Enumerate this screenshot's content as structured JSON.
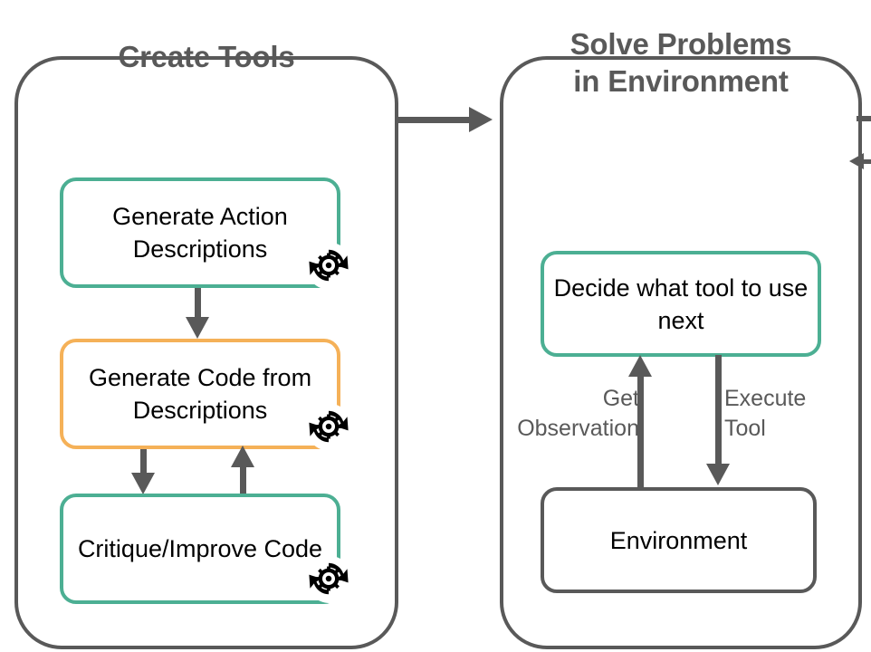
{
  "diagram": {
    "panels": [
      {
        "id": "create-tools",
        "title": "Create Tools",
        "boxes": [
          {
            "id": "generate-action-descriptions",
            "label": "Generate Action Descriptions",
            "color": "#4caf93",
            "icon": "gear-refresh-icon"
          },
          {
            "id": "generate-code-from-descriptions",
            "label": "Generate Code from Descriptions",
            "color": "#f5b158",
            "icon": "gear-refresh-icon"
          },
          {
            "id": "critique-improve-code",
            "label": "Critique/Improve Code",
            "color": "#4caf93",
            "icon": "gear-refresh-icon"
          }
        ]
      },
      {
        "id": "solve-problems-in-environment",
        "title": "Solve Problems in Environment",
        "title_line_1": "Solve Problems",
        "title_line_2": "in Environment",
        "boxes": [
          {
            "id": "decide-what-tool",
            "label": "Decide what tool to use next",
            "color": "#4caf93"
          },
          {
            "id": "environment",
            "label": "Environment",
            "color": "#595959"
          }
        ]
      }
    ],
    "flow_labels": {
      "get_observation": "Get Observation",
      "get_observation_line_1": "Get",
      "get_observation_line_2": "Observation",
      "execute_tool": "Execute Tool",
      "execute_tool_line_1": "Execute",
      "execute_tool_line_2": "Tool"
    },
    "colors": {
      "green": "#4caf93",
      "orange": "#f5b158",
      "gray": "#595959",
      "text": "#000000",
      "background": "#ffffff"
    }
  }
}
